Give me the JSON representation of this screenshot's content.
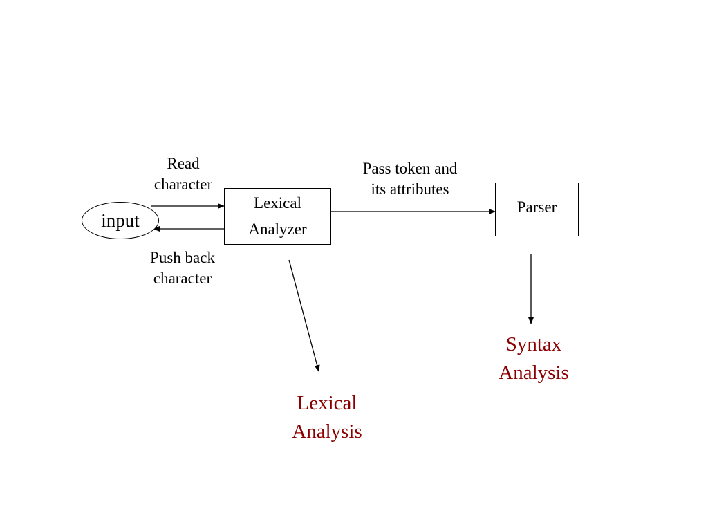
{
  "nodes": {
    "input": "input",
    "lexical_analyzer_line1": "Lexical",
    "lexical_analyzer_line2": "Analyzer",
    "parser": "Parser"
  },
  "edge_labels": {
    "read_line1": "Read",
    "read_line2": "character",
    "push_line1": "Push back",
    "push_line2": "character",
    "pass_line1": "Pass token and",
    "pass_line2": "its attributes"
  },
  "phase_labels": {
    "lexical_line1": "Lexical",
    "lexical_line2": "Analysis",
    "syntax_line1": "Syntax",
    "syntax_line2": "Analysis"
  },
  "colors": {
    "phase_label": "#8b0000",
    "line": "#000000"
  }
}
